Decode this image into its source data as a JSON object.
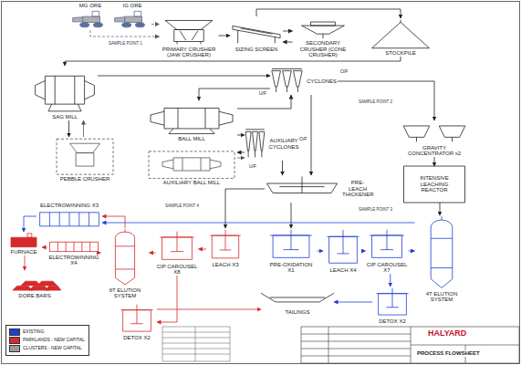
{
  "diagram": {
    "nodes": [
      {
        "text": [
          "MG ORE"
        ]
      },
      {
        "text": [
          "IG ORE"
        ]
      },
      {
        "text": [
          "PRIMARY CRUSHER (JAW CRUSHER)"
        ]
      },
      {
        "text": [
          "SIZING SCREEN"
        ]
      },
      {
        "text": [
          "SECONDARY CRUSHER (CONE CRUSHER)"
        ]
      },
      {
        "text": [
          "STOCKPILE"
        ]
      },
      {
        "text": [
          "SAG MILL"
        ]
      },
      {
        "text": [
          "CYCLONES"
        ]
      },
      {
        "text": [
          "BALL MILL"
        ]
      },
      {
        "text": [
          "PEBBLE CRUSHER"
        ]
      },
      {
        "text": [
          "AUXILIARY CYCLONES"
        ]
      },
      {
        "text": [
          "AUXILIARY BALL MILL"
        ]
      },
      {
        "text": [
          "GRAVITY CONCENTRATOR x2"
        ]
      },
      {
        "text": [
          "INTENSIVE LEACHING REACTOR"
        ]
      },
      {
        "text": [
          "PRE-LEACH THICKENER"
        ]
      },
      {
        "text": [
          "ELECTROWINNING X3"
        ]
      },
      {
        "text": [
          "FURNACE"
        ]
      },
      {
        "text": [
          "ELECTROWINNING X4"
        ]
      },
      {
        "text": [
          "DORE BARS"
        ]
      },
      {
        "text": [
          "6T ELUTION SYSTEM"
        ]
      },
      {
        "text": [
          "CIP CAROUSEL X8"
        ]
      },
      {
        "text": [
          "LEACH X3"
        ]
      },
      {
        "text": [
          "PRE-OXIDATION X1"
        ]
      },
      {
        "text": [
          "LEACH X4"
        ]
      },
      {
        "text": [
          "CIP CAROUSEL X7"
        ]
      },
      {
        "text": [
          "4T ELUTION SYSTEM"
        ]
      },
      {
        "text": [
          "DETOX X2"
        ]
      },
      {
        "text": [
          "TAILINGS"
        ]
      },
      {
        "text": [
          "DETOX X2"
        ]
      }
    ],
    "edges": [
      {
        "from": 0,
        "to": 2,
        "arrow": "to"
      },
      {
        "from": 1,
        "to": 2,
        "arrow": "to"
      },
      {
        "from": 2,
        "to": 3,
        "arrow": "to"
      },
      {
        "from": 3,
        "to": 4,
        "arrow": "to"
      },
      {
        "from": 4,
        "to": 3,
        "arrow": "to"
      },
      {
        "from": 3,
        "to": 5,
        "arrow": "to"
      },
      {
        "from": 5,
        "to": 6,
        "arrow": "to"
      },
      {
        "from": 6,
        "to": 7,
        "arrow": "to"
      },
      {
        "from": 7,
        "to": 8,
        "arrow": "to"
      },
      {
        "from": 8,
        "to": 7,
        "arrow": "to"
      },
      {
        "from": 6,
        "to": 9,
        "arrow": "to"
      },
      {
        "from": 9,
        "to": 6,
        "arrow": "to"
      },
      {
        "from": 7,
        "to": 12,
        "arrow": "to"
      },
      {
        "from": 12,
        "to": 13,
        "arrow": "to"
      },
      {
        "from": 13,
        "to": 25,
        "arrow": "to"
      },
      {
        "from": 7,
        "to": 14,
        "arrow": "to"
      },
      {
        "from": 10,
        "to": 11,
        "arrow": "to"
      },
      {
        "from": 11,
        "to": 10,
        "arrow": "to"
      },
      {
        "from": 8,
        "to": 10,
        "arrow": "to"
      },
      {
        "from": 10,
        "to": 14,
        "arrow": "to"
      },
      {
        "from": 14,
        "to": 21,
        "arrow": "to"
      },
      {
        "from": 14,
        "to": 22,
        "arrow": "to"
      },
      {
        "from": 22,
        "to": 23,
        "arrow": "to"
      },
      {
        "from": 23,
        "to": 24,
        "arrow": "to"
      },
      {
        "from": 21,
        "to": 20,
        "arrow": "to"
      },
      {
        "from": 20,
        "to": 19,
        "arrow": "to"
      },
      {
        "from": 24,
        "to": 25,
        "arrow": "to"
      },
      {
        "from": 25,
        "to": 15,
        "arrow": "to"
      },
      {
        "from": 19,
        "to": 15,
        "arrow": "to"
      },
      {
        "from": 19,
        "to": 17,
        "arrow": "to"
      },
      {
        "from": 15,
        "to": 16,
        "arrow": "to"
      },
      {
        "from": 17,
        "to": 16,
        "arrow": "to"
      },
      {
        "from": 16,
        "to": 18,
        "arrow": "to"
      },
      {
        "from": 20,
        "to": 26,
        "arrow": "to"
      },
      {
        "from": 24,
        "to": 28,
        "arrow": "to"
      },
      {
        "from": 26,
        "to": 27,
        "arrow": "to"
      },
      {
        "from": 28,
        "to": 27,
        "arrow": "to"
      }
    ],
    "labels": [
      "U/F",
      "O/F",
      "U/F",
      "O/F",
      "SAMPLE POINT 1",
      "SAMPLE POINT 2",
      "SAMPLE POINT 3",
      "SAMPLE POINT 4",
      "HALYARD",
      "PROCESS FLOWSHEET"
    ],
    "legend": [
      {
        "text": "EXISTING",
        "color": "#1f3fd0"
      },
      {
        "text": "PARKLANDS - NEW CAPITAL",
        "color": "#d42a2a"
      },
      {
        "text": "CLUSTERS - NEW CAPITAL",
        "color": "#9a9a9a"
      }
    ]
  }
}
